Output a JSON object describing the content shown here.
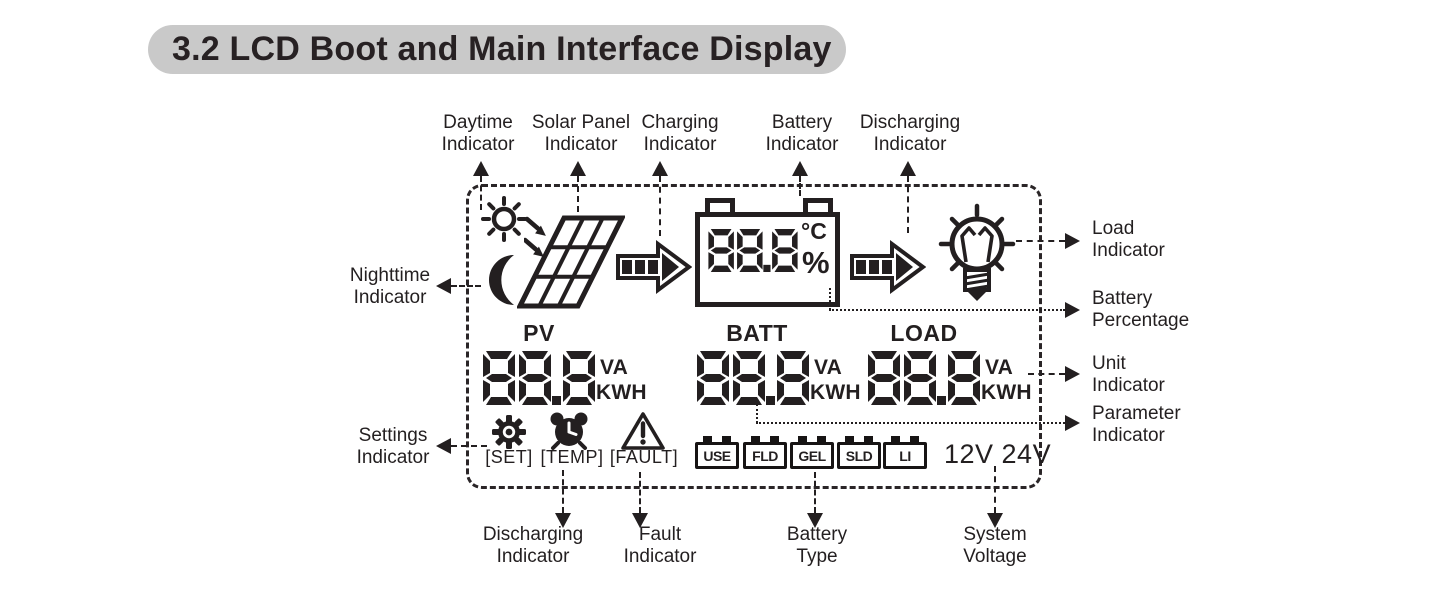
{
  "title": "3.2 LCD Boot and Main Interface Display",
  "colors": {
    "ink": "#231f20",
    "title_bg": "#c9c9c9",
    "lcd_bg": "#ffffff"
  },
  "callouts": {
    "top": [
      "Daytime\nIndicator",
      "Solar Panel\nIndicator",
      "Charging\nIndicator",
      "Battery\nIndicator",
      "Discharging\nIndicator"
    ],
    "right": [
      "Load\nIndicator",
      "Battery\nPercentage",
      "Unit\nIndicator",
      "Parameter\nIndicator"
    ],
    "left": [
      "Nighttime\nIndicator",
      "Settings\nIndicator"
    ],
    "bottom": [
      "Discharging\nIndicator",
      "Fault\nIndicator",
      "Battery\nType",
      "System\nVoltage"
    ]
  },
  "lcd": {
    "battery_readout": {
      "value": "88.8",
      "unit_top": "°C",
      "unit_bottom": "%"
    },
    "sections": [
      {
        "label": "PV",
        "value": "88.8",
        "unit_top": "VA",
        "unit_bottom": "KWH"
      },
      {
        "label": "BATT",
        "value": "88.8",
        "unit_top": "VA",
        "unit_bottom": "KWH"
      },
      {
        "label": "LOAD",
        "value": "88.8",
        "unit_top": "VA",
        "unit_bottom": "KWH"
      }
    ],
    "status": [
      {
        "icon": "gear-icon",
        "label": "[SET]"
      },
      {
        "icon": "alarm-clock-icon",
        "label": "[TEMP]"
      },
      {
        "icon": "warning-triangle-icon",
        "label": "[FAULT]"
      }
    ],
    "battery_types": [
      "USE",
      "FLD",
      "GEL",
      "SLD",
      "LI"
    ],
    "system_voltage": "12V 24V"
  }
}
